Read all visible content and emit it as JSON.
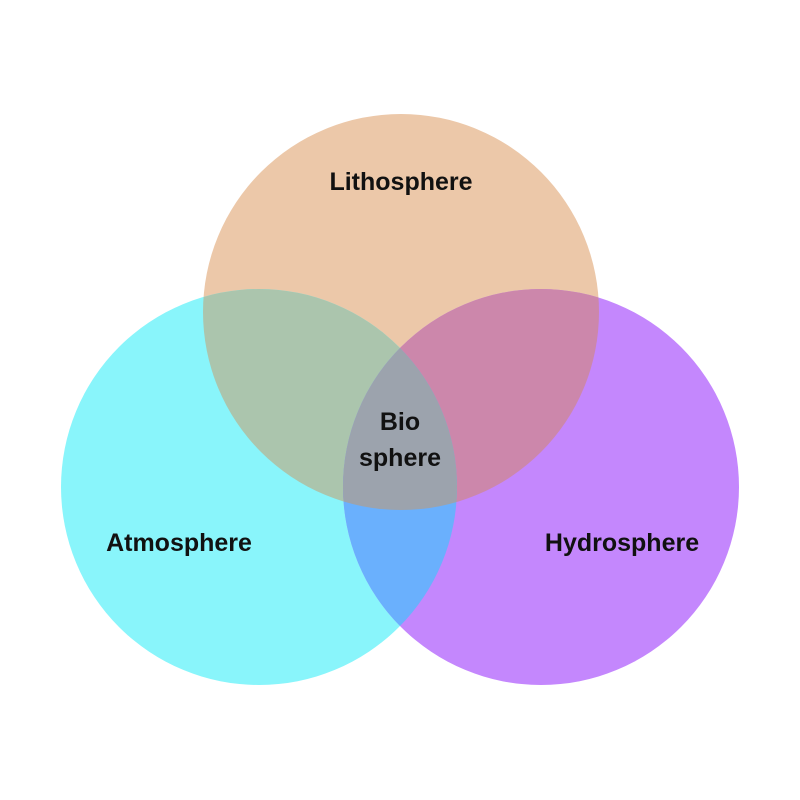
{
  "diagram": {
    "circles": {
      "lithosphere": {
        "label": "Lithosphere",
        "color": "#ecc8a9"
      },
      "atmosphere": {
        "label": "Atmosphere",
        "color": "#89f5fb"
      },
      "hydrosphere": {
        "label": "Hydrosphere",
        "color": "#c487fd"
      }
    },
    "overlaps": {
      "lithosphere_atmosphere": {
        "color": "#abc5ad"
      },
      "lithosphere_hydrosphere": {
        "color": "#cc87ab"
      },
      "atmosphere_hydrosphere": {
        "color": "#6ab0fd"
      }
    },
    "center": {
      "line1": "Bio",
      "line2": "sphere",
      "color": "#9ca3ad"
    }
  }
}
